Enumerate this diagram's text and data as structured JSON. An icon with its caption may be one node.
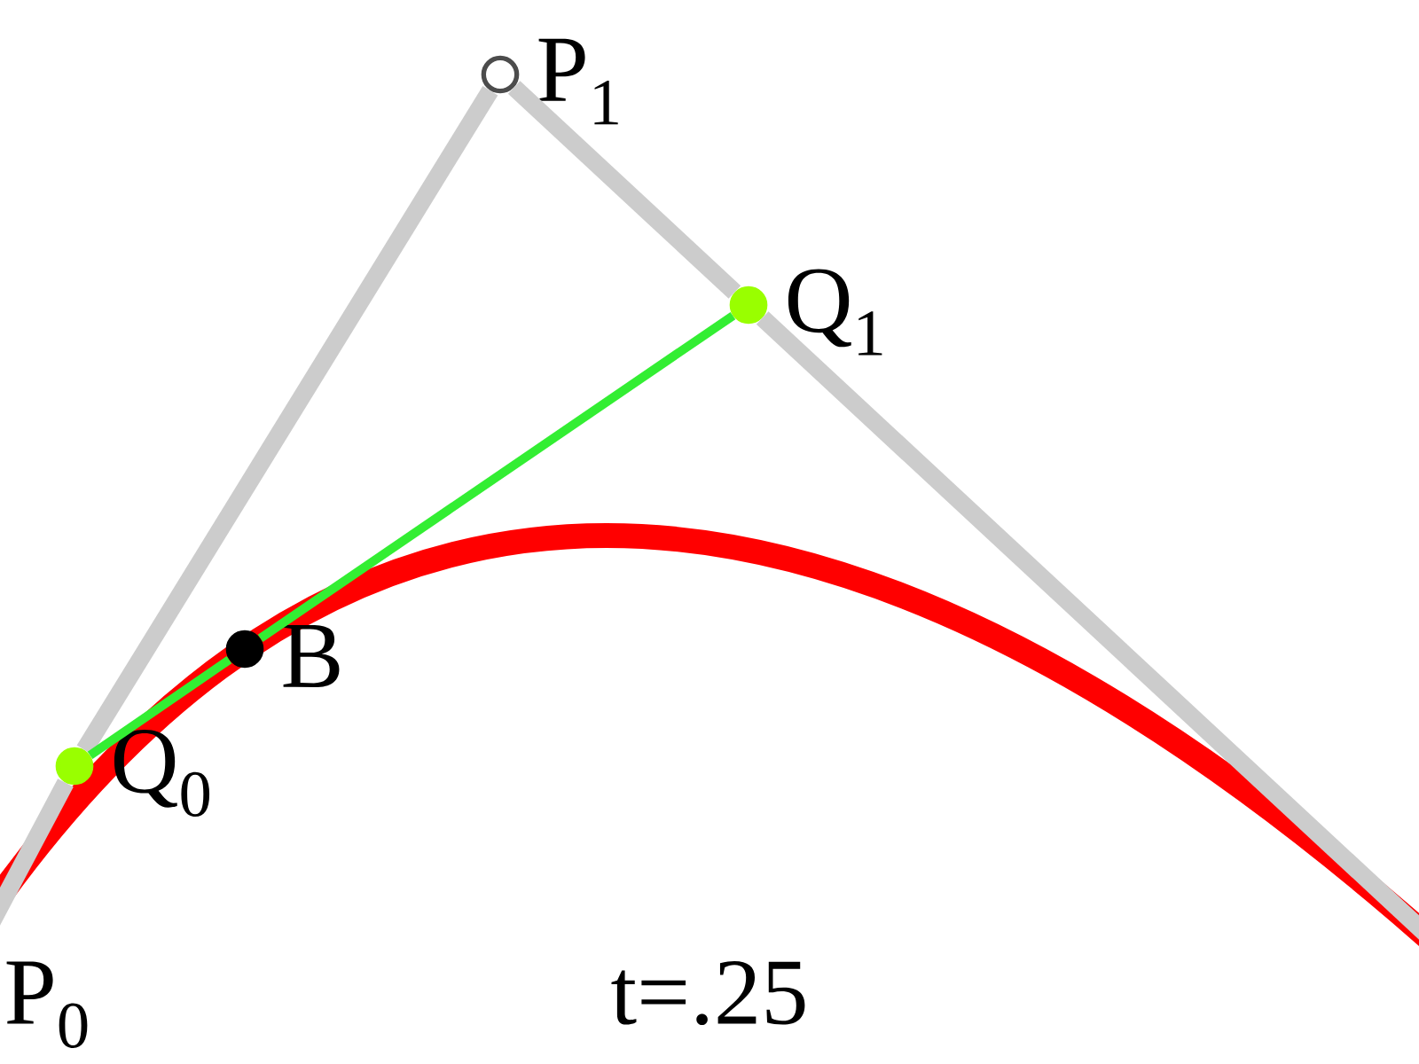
{
  "diagram": {
    "nodes": [
      {
        "text": [],
        "shape": "circle",
        "beside": [
          "P$_{1}$"
        ]
      },
      {
        "text": [],
        "shape": "circle",
        "beside": [
          "Q$_{1}$"
        ]
      },
      {
        "text": [],
        "shape": "circle",
        "beside": [
          "B"
        ]
      },
      {
        "text": [],
        "shape": "circle",
        "beside": [
          "Q$_{0}$"
        ]
      },
      {
        "text": [
          "P$_{0}$"
        ]
      }
    ],
    "edges": [
      {
        "from": 4,
        "to": 3,
        "arrow": "none"
      },
      {
        "from": 3,
        "to": 0,
        "arrow": "none"
      },
      {
        "from": 0,
        "to": 1,
        "arrow": "none"
      },
      {
        "from": 1,
        "to": null,
        "arrow": "none"
      },
      {
        "from": 3,
        "to": 2,
        "arrow": "none",
        "color": "#33ee33"
      },
      {
        "from": 2,
        "to": 1,
        "arrow": "none",
        "color": "#33ee33"
      }
    ],
    "labels": [
      "t=.25"
    ]
  }
}
